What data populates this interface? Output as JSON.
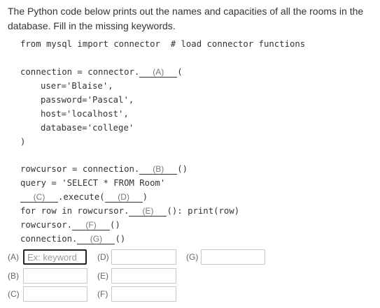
{
  "intro": "The Python code below prints out the names and capacities of all the rooms in the database. Fill in the missing keywords.",
  "code": {
    "import_line": "from mysql import connector  # load connector functions",
    "conn_prefix": "connection = connector.",
    "paren_open": "(",
    "user": "user='Blaise',",
    "password": "password='Pascal',",
    "host": "host='localhost',",
    "database": "database='college'",
    "paren_close": ")",
    "rowcursor_prefix": "rowcursor = connection.",
    "empty_call": "()",
    "query_line": "query = 'SELECT * FROM Room'",
    "execute_text": ".execute(",
    "close_paren": ")",
    "for_prefix": "for row in rowcursor.",
    "for_suffix": "(): print(row)",
    "rowcursor_dot": "rowcursor.",
    "connection_dot": "connection."
  },
  "blanks": {
    "A": "(A)",
    "B": "(B)",
    "C": "(C)",
    "D": "(D)",
    "E": "(E)",
    "F": "(F)",
    "G": "(G)"
  },
  "answers": {
    "labels": {
      "A": "(A)",
      "B": "(B)",
      "C": "(C)",
      "D": "(D)",
      "E": "(E)",
      "F": "(F)",
      "G": "(G)"
    },
    "placeholder": "Ex: keyword"
  }
}
